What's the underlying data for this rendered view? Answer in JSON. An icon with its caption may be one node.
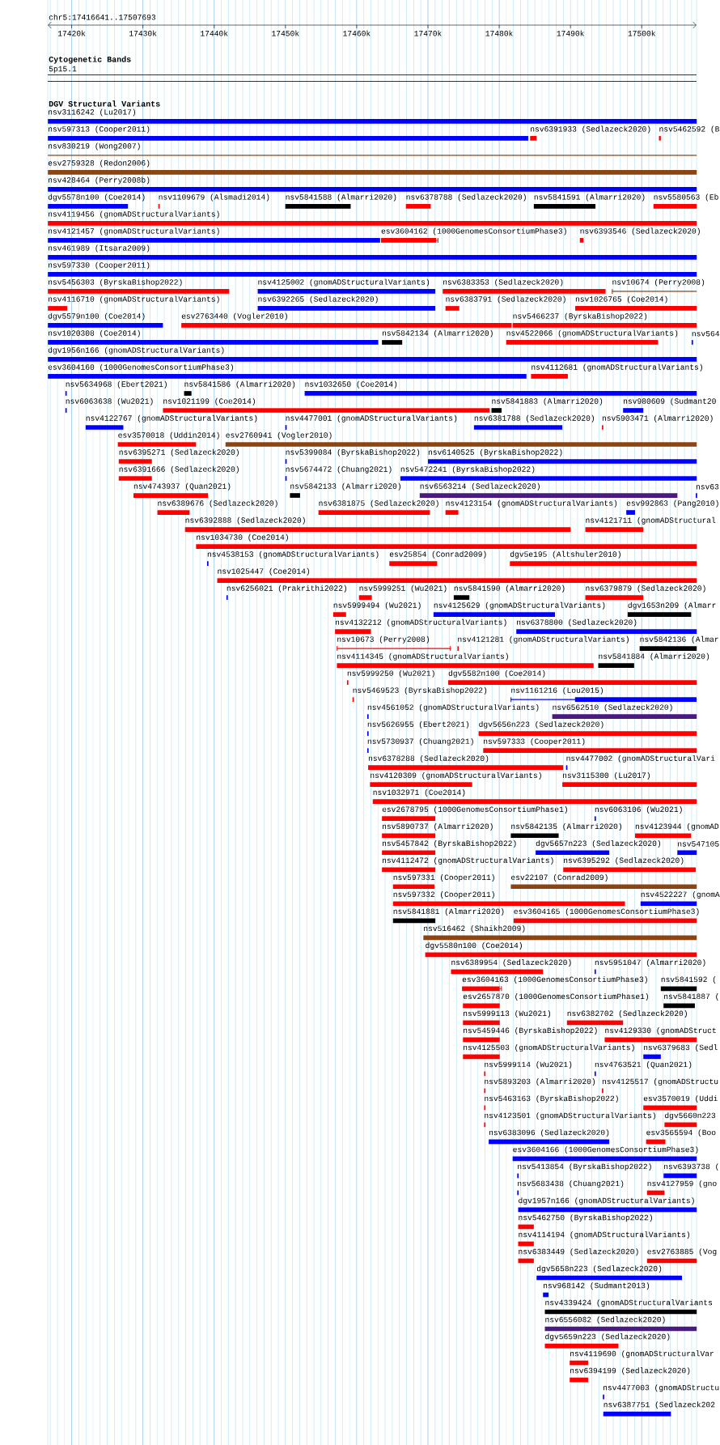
{
  "diagram": {
    "labels": [
      "chr5:17416641..17507693",
      "17420k",
      "17430k",
      "17440k",
      "17450k",
      "17460k",
      "17470k",
      "17480k",
      "17490k",
      "17500k",
      "Cytogenetic Bands",
      "5p15.1",
      "DGV Structural Variants"
    ],
    "nodes": [
      {
        "text": [],
        "shape": "bar",
        "beside": [
          "nsv3116242 (Lu2017)"
        ]
      },
      {
        "text": [],
        "shape": "bar",
        "beside": [
          "nsv597313 (Cooper2011)"
        ]
      },
      {
        "text": [],
        "shape": "bar",
        "beside": [
          "nsv6391933 (Sedlazeck2020)"
        ]
      },
      {
        "text": [],
        "shape": "bar",
        "beside": [
          "nsv5462592 (B"
        ]
      },
      {
        "text": [],
        "shape": "bar",
        "beside": [
          "nsv830219 (Wong2007)"
        ]
      },
      {
        "text": [],
        "shape": "bar",
        "beside": [
          "esv2759328 (Redon2006)"
        ]
      },
      {
        "text": [],
        "shape": "bar",
        "beside": [
          "nsv428464 (Perry2008b)"
        ]
      },
      {
        "text": [],
        "shape": "bar",
        "beside": [
          "dgv5578n100 (Coe2014)"
        ]
      },
      {
        "text": [],
        "shape": "bar",
        "beside": [
          "nsv1109679 (Alsmadi2014)"
        ]
      },
      {
        "text": [],
        "shape": "bar",
        "beside": [
          "nsv5841588 (Almarri2020)"
        ]
      },
      {
        "text": [],
        "shape": "bar",
        "beside": [
          "nsv6378788 (Sedlazeck2020)"
        ]
      },
      {
        "text": [],
        "shape": "bar",
        "beside": [
          "nsv5841591 (Almarri2020)"
        ]
      },
      {
        "text": [],
        "shape": "bar",
        "beside": [
          "nsv5580563 (Eb"
        ]
      },
      {
        "text": [],
        "shape": "bar",
        "beside": [
          "nsv4119456 (gnomADStructuralVariants)"
        ]
      },
      {
        "text": [],
        "shape": "bar",
        "beside": [
          "nsv4121457 (gnomADStructuralVariants)"
        ]
      },
      {
        "text": [],
        "shape": "bar",
        "beside": [
          "esv3604162 (1000GenomesConsortiumPhase3)"
        ]
      },
      {
        "text": [],
        "shape": "bar",
        "beside": [
          "nsv6393546 (Sedlazeck2020)"
        ]
      },
      {
        "text": [],
        "shape": "bar",
        "beside": [
          "nsv461989 (Itsara2009)"
        ]
      },
      {
        "text": [],
        "shape": "bar",
        "beside": [
          "nsv597330 (Cooper2011)"
        ]
      },
      {
        "text": [],
        "shape": "bar",
        "beside": [
          "nsv5456303 (ByrskaBishop2022)"
        ]
      },
      {
        "text": [],
        "shape": "bar",
        "beside": [
          "nsv4125002 (gnomADStructuralVariants)"
        ]
      },
      {
        "text": [],
        "shape": "bar",
        "beside": [
          "nsv6383353 (Sedlazeck2020)"
        ]
      },
      {
        "text": [],
        "shape": "bar",
        "beside": [
          "nsv10674 (Perry2008)"
        ]
      },
      {
        "text": [],
        "shape": "bar",
        "beside": [
          "nsv4116710 (gnomADStructuralVariants)"
        ]
      },
      {
        "text": [],
        "shape": "bar",
        "beside": [
          "nsv6392265 (Sedlazeck2020)"
        ]
      },
      {
        "text": [],
        "shape": "bar",
        "beside": [
          "nsv6383791 (Sedlazeck2020)"
        ]
      },
      {
        "text": [],
        "shape": "bar",
        "beside": [
          "nsv1026765 (Coe2014)"
        ]
      },
      {
        "text": [],
        "shape": "bar",
        "beside": [
          "dgv5579n100 (Coe2014)"
        ]
      },
      {
        "text": [],
        "shape": "bar",
        "beside": [
          "esv2763440 (Vogler2010)"
        ]
      },
      {
        "text": [],
        "shape": "bar",
        "beside": [
          "nsv5466237 (ByrskaBishop2022)"
        ]
      },
      {
        "text": [],
        "shape": "bar",
        "beside": [
          "nsv1020308 (Coe2014)"
        ]
      },
      {
        "text": [],
        "shape": "bar",
        "beside": [
          "nsv5842134 (Almarri2020)"
        ]
      },
      {
        "text": [],
        "shape": "bar",
        "beside": [
          "nsv4522066 (gnomADStructuralVariants)"
        ]
      },
      {
        "text": [],
        "shape": "bar",
        "beside": [
          "nsv564"
        ]
      },
      {
        "text": [],
        "shape": "bar",
        "beside": [
          "dgv1956n166 (gnomADStructuralVariants)"
        ]
      },
      {
        "text": [],
        "shape": "bar",
        "beside": [
          "esv3604160 (1000GenomesConsortiumPhase3)"
        ]
      },
      {
        "text": [],
        "shape": "bar",
        "beside": [
          "nsv4112681 (gnomADStructuralVariants)"
        ]
      },
      {
        "text": [],
        "shape": "bar",
        "beside": [
          "nsv5634968 (Ebert2021)"
        ]
      },
      {
        "text": [],
        "shape": "bar",
        "beside": [
          "nsv5841586 (Almarri2020)"
        ]
      },
      {
        "text": [],
        "shape": "bar",
        "beside": [
          "nsv1032650 (Coe2014)"
        ]
      },
      {
        "text": [],
        "shape": "bar",
        "beside": [
          "nsv6063638 (Wu2021)"
        ]
      },
      {
        "text": [],
        "shape": "bar",
        "beside": [
          "nsv1021199 (Coe2014)"
        ]
      },
      {
        "text": [],
        "shape": "bar",
        "beside": [
          "nsv5841883 (Almarri2020)"
        ]
      },
      {
        "text": [],
        "shape": "bar",
        "beside": [
          "nsv980609 (Sudmant20"
        ]
      },
      {
        "text": [],
        "shape": "bar",
        "beside": [
          "nsv4122767 (gnomADStructuralVariants)"
        ]
      },
      {
        "text": [],
        "shape": "bar",
        "beside": [
          "nsv4477001 (gnomADStructuralVariants)"
        ]
      },
      {
        "text": [],
        "shape": "bar",
        "beside": [
          "nsv6381788 (Sedlazeck2020)"
        ]
      },
      {
        "text": [],
        "shape": "bar",
        "beside": [
          "nsv5903471 (Almarri2020)"
        ]
      },
      {
        "text": [],
        "shape": "bar",
        "beside": [
          "esv3570018 (Uddin2014)"
        ]
      },
      {
        "text": [],
        "shape": "bar",
        "beside": [
          "esv2760941 (Vogler2010)"
        ]
      },
      {
        "text": [],
        "shape": "bar",
        "beside": [
          "nsv6395271 (Sedlazeck2020)"
        ]
      },
      {
        "text": [],
        "shape": "bar",
        "beside": [
          "nsv5399084 (ByrskaBishop2022)"
        ]
      },
      {
        "text": [],
        "shape": "bar",
        "beside": [
          "nsv6140525 (ByrskaBishop2022)"
        ]
      },
      {
        "text": [],
        "shape": "bar",
        "beside": [
          "nsv6391666 (Sedlazeck2020)"
        ]
      },
      {
        "text": [],
        "shape": "bar",
        "beside": [
          "nsv5674472 (Chuang2021)"
        ]
      },
      {
        "text": [],
        "shape": "bar",
        "beside": [
          "nsv5472241 (ByrskaBishop2022)"
        ]
      },
      {
        "text": [],
        "shape": "bar",
        "beside": [
          "nsv4743937 (Quan2021)"
        ]
      },
      {
        "text": [],
        "shape": "bar",
        "beside": [
          "nsv5842133 (Almarri2020)"
        ]
      },
      {
        "text": [],
        "shape": "bar",
        "beside": [
          "nsv6563214 (Sedlazeck2020)"
        ]
      },
      {
        "text": [],
        "shape": "bar",
        "beside": [
          "nsv63"
        ]
      },
      {
        "text": [],
        "shape": "bar",
        "beside": [
          "nsv6389676 (Sedlazeck2020)"
        ]
      },
      {
        "text": [],
        "shape": "bar",
        "beside": [
          "nsv6381875 (Sedlazeck2020)"
        ]
      },
      {
        "text": [],
        "shape": "bar",
        "beside": [
          "nsv4123154 (gnomADStructuralVariants)"
        ]
      },
      {
        "text": [],
        "shape": "bar",
        "beside": [
          "esv992863 (Pang2010)"
        ]
      },
      {
        "text": [],
        "shape": "bar",
        "beside": [
          "nsv6392888 (Sedlazeck2020)"
        ]
      },
      {
        "text": [],
        "shape": "bar",
        "beside": [
          "nsv4121711 (gnomADStructural"
        ]
      },
      {
        "text": [],
        "shape": "bar",
        "beside": [
          "nsv1034730 (Coe2014)"
        ]
      },
      {
        "text": [],
        "shape": "bar",
        "beside": [
          "nsv4538153 (gnomADStructuralVariants)"
        ]
      },
      {
        "text": [],
        "shape": "bar",
        "beside": [
          "esv25854 (Conrad2009)"
        ]
      },
      {
        "text": [],
        "shape": "bar",
        "beside": [
          "dgv5e195 (Altshuler2010)"
        ]
      },
      {
        "text": [],
        "shape": "bar",
        "beside": [
          "nsv1025447 (Coe2014)"
        ]
      },
      {
        "text": [],
        "shape": "bar",
        "beside": [
          "nsv6256021 (Prakrithi2022)"
        ]
      },
      {
        "text": [],
        "shape": "bar",
        "beside": [
          "nsv5999251 (Wu2021)"
        ]
      },
      {
        "text": [],
        "shape": "bar",
        "beside": [
          "nsv5841590 (Almarri2020)"
        ]
      },
      {
        "text": [],
        "shape": "bar",
        "beside": [
          "nsv6379879 (Sedlazeck2020)"
        ]
      },
      {
        "text": [],
        "shape": "bar",
        "beside": [
          "nsv5999494 (Wu2021)"
        ]
      },
      {
        "text": [],
        "shape": "bar",
        "beside": [
          "nsv4125629 (gnomADStructuralVariants)"
        ]
      },
      {
        "text": [],
        "shape": "bar",
        "beside": [
          "dgv1653n209 (Almarr"
        ]
      },
      {
        "text": [],
        "shape": "bar",
        "beside": [
          "nsv4132212 (gnomADStructuralVariants)"
        ]
      },
      {
        "text": [],
        "shape": "bar",
        "beside": [
          "nsv6378800 (Sedlazeck2020)"
        ]
      },
      {
        "text": [],
        "shape": "bar",
        "beside": [
          "nsv10673 (Perry2008)"
        ]
      },
      {
        "text": [],
        "shape": "bar",
        "beside": [
          "nsv4121281 (gnomADStructuralVariants)"
        ]
      },
      {
        "text": [],
        "shape": "bar",
        "beside": [
          "nsv5842136 (Almar"
        ]
      },
      {
        "text": [],
        "shape": "bar",
        "beside": [
          "nsv4114345 (gnomADStructuralVariants)"
        ]
      },
      {
        "text": [],
        "shape": "bar",
        "beside": [
          "nsv5841884 (Almarri2020)"
        ]
      },
      {
        "text": [],
        "shape": "bar",
        "beside": [
          "nsv5999250 (Wu2021)"
        ]
      },
      {
        "text": [],
        "shape": "bar",
        "beside": [
          "dgv5582n100 (Coe2014)"
        ]
      },
      {
        "text": [],
        "shape": "bar",
        "beside": [
          "nsv5469523 (ByrskaBishop2022)"
        ]
      },
      {
        "text": [],
        "shape": "bar",
        "beside": [
          "nsv1161216 (Lou2015)"
        ]
      },
      {
        "text": [],
        "shape": "bar",
        "beside": [
          "nsv4561052 (gnomADStructuralVariants)"
        ]
      },
      {
        "text": [],
        "shape": "bar",
        "beside": [
          "nsv6562510 (Sedlazeck2020)"
        ]
      },
      {
        "text": [],
        "shape": "bar",
        "beside": [
          "nsv5626955 (Ebert2021)"
        ]
      },
      {
        "text": [],
        "shape": "bar",
        "beside": [
          "dgv5656n223 (Sedlazeck2020)"
        ]
      },
      {
        "text": [],
        "shape": "bar",
        "beside": [
          "nsv5730937 (Chuang2021)"
        ]
      },
      {
        "text": [],
        "shape": "bar",
        "beside": [
          "nsv597333 (Cooper2011)"
        ]
      },
      {
        "text": [],
        "shape": "bar",
        "beside": [
          "nsv6378288 (Sedlazeck2020)"
        ]
      },
      {
        "text": [],
        "shape": "bar",
        "beside": [
          "nsv4477002 (gnomADStructuralVari"
        ]
      },
      {
        "text": [],
        "shape": "bar",
        "beside": [
          "nsv4120309 (gnomADStructuralVariants)"
        ]
      },
      {
        "text": [],
        "shape": "bar",
        "beside": [
          "nsv3115300 (Lu2017)"
        ]
      },
      {
        "text": [],
        "shape": "bar",
        "beside": [
          "nsv1032971 (Coe2014)"
        ]
      },
      {
        "text": [],
        "shape": "bar",
        "beside": [
          "esv2678795 (1000GenomesConsortiumPhase1)"
        ]
      },
      {
        "text": [],
        "shape": "bar",
        "beside": [
          "nsv6063106 (Wu2021)"
        ]
      },
      {
        "text": [],
        "shape": "bar",
        "beside": [
          "nsv5890737 (Almarri2020)"
        ]
      },
      {
        "text": [],
        "shape": "bar",
        "beside": [
          "nsv5842135 (Almarri2020)"
        ]
      },
      {
        "text": [],
        "shape": "bar",
        "beside": [
          "nsv4123944 (gnomAD"
        ]
      },
      {
        "text": [],
        "shape": "bar",
        "beside": [
          "nsv5457842 (ByrskaBishop2022)"
        ]
      },
      {
        "text": [],
        "shape": "bar",
        "beside": [
          "dgv5657n223 (Sedlazeck2020)"
        ]
      },
      {
        "text": [],
        "shape": "bar",
        "beside": [
          "nsv547105"
        ]
      },
      {
        "text": [],
        "shape": "bar",
        "beside": [
          "nsv4112472 (gnomADStructuralVariants)"
        ]
      },
      {
        "text": [],
        "shape": "bar",
        "beside": [
          "nsv6395292 (Sedlazeck2020)"
        ]
      },
      {
        "text": [],
        "shape": "bar",
        "beside": [
          "nsv597331 (Cooper2011)"
        ]
      },
      {
        "text": [],
        "shape": "bar",
        "beside": [
          "esv22107 (Conrad2009)"
        ]
      },
      {
        "text": [],
        "shape": "bar",
        "beside": [
          "nsv597332 (Cooper2011)"
        ]
      },
      {
        "text": [],
        "shape": "bar",
        "beside": [
          "nsv4522227 (gnomA"
        ]
      },
      {
        "text": [],
        "shape": "bar",
        "beside": [
          "nsv5841881 (Almarri2020)"
        ]
      },
      {
        "text": [],
        "shape": "bar",
        "beside": [
          "esv3604165 (1000GenomesConsortiumPhase3)"
        ]
      },
      {
        "text": [],
        "shape": "bar",
        "beside": [
          "nsv516462 (Shaikh2009)"
        ]
      },
      {
        "text": [],
        "shape": "bar",
        "beside": [
          "dgv5580n100 (Coe2014)"
        ]
      },
      {
        "text": [],
        "shape": "bar",
        "beside": [
          "nsv6389954 (Sedlazeck2020)"
        ]
      },
      {
        "text": [],
        "shape": "bar",
        "beside": [
          "nsv5951047 (Almarri2020)"
        ]
      },
      {
        "text": [],
        "shape": "bar",
        "beside": [
          "esv3604163 (1000GenomesConsortiumPhase3)"
        ]
      },
      {
        "text": [],
        "shape": "bar",
        "beside": [
          "nsv5841592 ("
        ]
      },
      {
        "text": [],
        "shape": "bar",
        "beside": [
          "esv2657870 (1000GenomesConsortiumPhase1)"
        ]
      },
      {
        "text": [],
        "shape": "bar",
        "beside": [
          "nsv5841887 ("
        ]
      },
      {
        "text": [],
        "shape": "bar",
        "beside": [
          "nsv5999113 (Wu2021)"
        ]
      },
      {
        "text": [],
        "shape": "bar",
        "beside": [
          "nsv6382702 (Sedlazeck2020)"
        ]
      },
      {
        "text": [],
        "shape": "bar",
        "beside": [
          "nsv5459446 (ByrskaBishop2022)"
        ]
      },
      {
        "text": [],
        "shape": "bar",
        "beside": [
          "nsv4129330 (gnomADStruct"
        ]
      },
      {
        "text": [],
        "shape": "bar",
        "beside": [
          "nsv4125503 (gnomADStructuralVariants)"
        ]
      },
      {
        "text": [],
        "shape": "bar",
        "beside": [
          "nsv6379683 (Sedl"
        ]
      },
      {
        "text": [],
        "shape": "bar",
        "beside": [
          "nsv5999114 (Wu2021)"
        ]
      },
      {
        "text": [],
        "shape": "bar",
        "beside": [
          "nsv4763521 (Quan2021)"
        ]
      },
      {
        "text": [],
        "shape": "bar",
        "beside": [
          "nsv5893203 (Almarri2020)"
        ]
      },
      {
        "text": [],
        "shape": "bar",
        "beside": [
          "nsv4125517 (gnomADStructu"
        ]
      },
      {
        "text": [],
        "shape": "bar",
        "beside": [
          "nsv5463163 (ByrskaBishop2022)"
        ]
      },
      {
        "text": [],
        "shape": "bar",
        "beside": [
          "esv3570019 (Uddi"
        ]
      },
      {
        "text": [],
        "shape": "bar",
        "beside": [
          "nsv4123501 (gnomADStructuralVariants)"
        ]
      },
      {
        "text": [],
        "shape": "bar",
        "beside": [
          "dgv5660n223"
        ]
      },
      {
        "text": [],
        "shape": "bar",
        "beside": [
          "nsv6383096 (Sedlazeck2020)"
        ]
      },
      {
        "text": [],
        "shape": "bar",
        "beside": [
          "esv3565594 (Boo"
        ]
      },
      {
        "text": [],
        "shape": "bar",
        "beside": [
          "esv3604166 (1000GenomesConsortiumPhase3)"
        ]
      },
      {
        "text": [],
        "shape": "bar",
        "beside": [
          "nsv5413854 (ByrskaBishop2022)"
        ]
      },
      {
        "text": [],
        "shape": "bar",
        "beside": [
          "nsv6393738 ("
        ]
      },
      {
        "text": [],
        "shape": "bar",
        "beside": [
          "nsv5683438 (Chuang2021)"
        ]
      },
      {
        "text": [],
        "shape": "bar",
        "beside": [
          "nsv4127959 (gno"
        ]
      },
      {
        "text": [],
        "shape": "bar",
        "beside": [
          "dgv1957n166 (gnomADStructuralVariants)"
        ]
      },
      {
        "text": [],
        "shape": "bar",
        "beside": [
          "nsv5462750 (ByrskaBishop2022)"
        ]
      },
      {
        "text": [],
        "shape": "bar",
        "beside": [
          "nsv4114194 (gnomADStructuralVariants)"
        ]
      },
      {
        "text": [],
        "shape": "bar",
        "beside": [
          "nsv6383449 (Sedlazeck2020)"
        ]
      },
      {
        "text": [],
        "shape": "bar",
        "beside": [
          "esv2763885 (Vog"
        ]
      },
      {
        "text": [],
        "shape": "bar",
        "beside": [
          "dgv5658n223 (Sedlazeck2020)"
        ]
      },
      {
        "text": [],
        "shape": "bar",
        "beside": [
          "nsv968142 (Sudmant2013)"
        ]
      },
      {
        "text": [],
        "shape": "bar",
        "beside": [
          "nsv4339424 (gnomADStructuralVariants"
        ]
      },
      {
        "text": [],
        "shape": "bar",
        "beside": [
          "nsv6556082 (Sedlazeck2020)"
        ]
      },
      {
        "text": [],
        "shape": "bar",
        "beside": [
          "dgv5659n223 (Sedlazeck2020)"
        ]
      },
      {
        "text": [],
        "shape": "bar",
        "beside": [
          "nsv4119690 (gnomADStructuralVar"
        ]
      },
      {
        "text": [],
        "shape": "bar",
        "beside": [
          "nsv6394199 (Sedlazeck2020)"
        ]
      },
      {
        "text": [],
        "shape": "bar",
        "beside": [
          "nsv4477003 (gnomADStructu"
        ]
      },
      {
        "text": [],
        "shape": "bar",
        "beside": [
          "nsv6387751 (Sedlazeck202"
        ]
      }
    ]
  }
}
